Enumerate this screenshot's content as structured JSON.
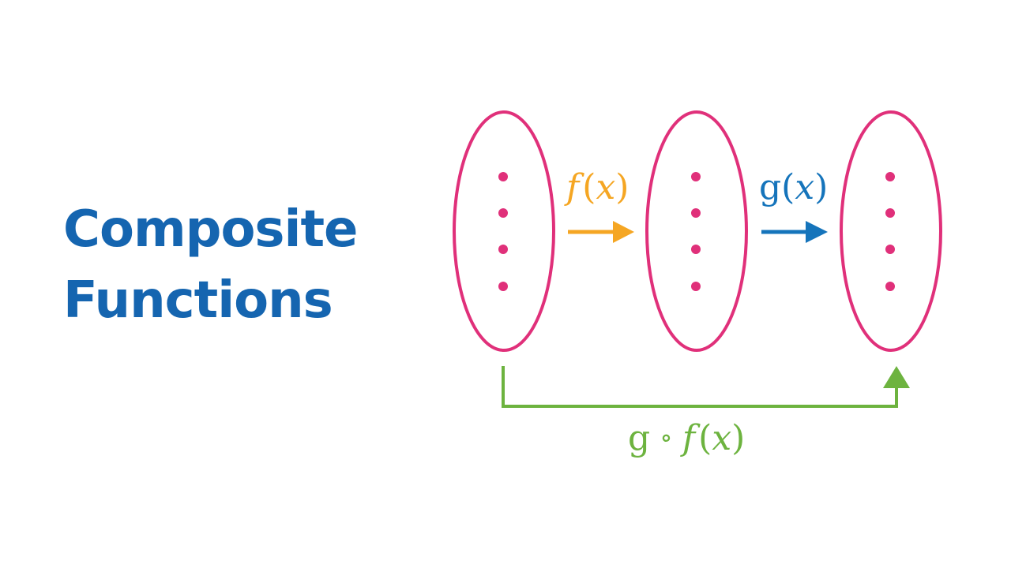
{
  "title": {
    "line1": "Composite",
    "line2": "Functions"
  },
  "diagram": {
    "sets": [
      {
        "name": "set-x",
        "dots": 4
      },
      {
        "name": "set-fx",
        "dots": 4
      },
      {
        "name": "set-gfx",
        "dots": 4
      }
    ],
    "arrows": [
      {
        "name": "f",
        "label_fn": "f",
        "label_var": "x",
        "color": "#F5A623"
      },
      {
        "name": "g",
        "label_fn": "g",
        "label_var": "x",
        "color": "#1574BB"
      }
    ],
    "composite": {
      "label_g": "g",
      "label_op": "∘",
      "label_f": "f",
      "label_var": "x",
      "color": "#6DB33F"
    },
    "colors": {
      "set": "#E0307A",
      "title": "#1565B0"
    }
  }
}
